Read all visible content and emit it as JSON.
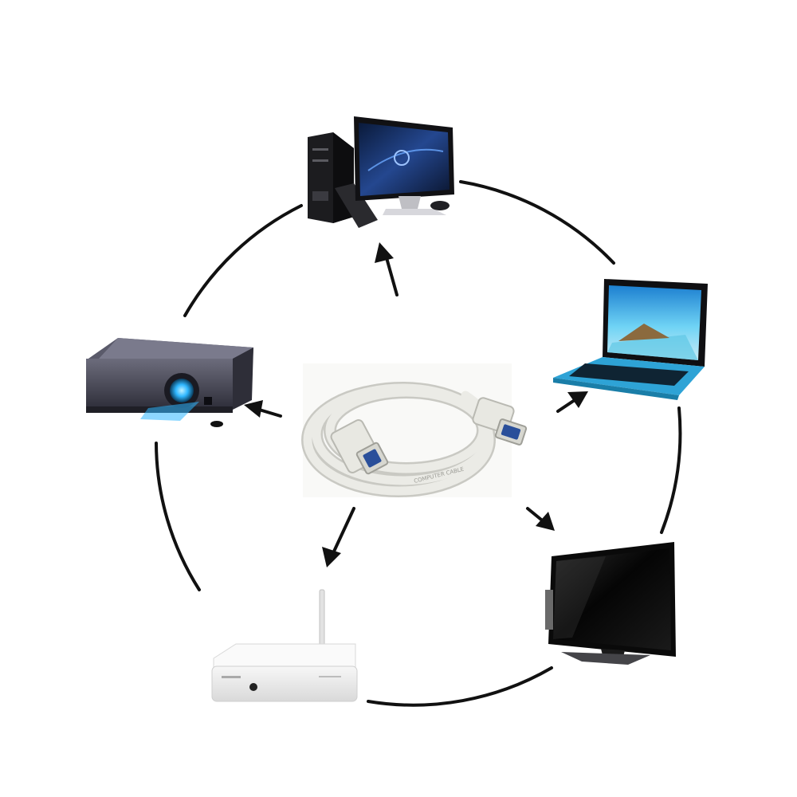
{
  "diagram": {
    "center_device": {
      "name": "vga-cable",
      "cable_print": "COMPUTER CABLE"
    },
    "devices": [
      {
        "name": "desktop-computer",
        "icon": "desktop-computer-icon"
      },
      {
        "name": "laptop",
        "icon": "laptop-icon"
      },
      {
        "name": "tv-monitor",
        "icon": "tv-icon"
      },
      {
        "name": "tv-box",
        "icon": "set-top-box-icon"
      },
      {
        "name": "projector",
        "icon": "projector-icon"
      }
    ],
    "colors": {
      "ring": "#111111",
      "cable": "#e6e6e0",
      "connector_blue": "#2a4f9a",
      "laptop_body": "#2ea3d6",
      "screen_sky": "#35b5e6",
      "projector_body": "#4a4a5a",
      "projector_lens_glow": "#2fb7ff"
    }
  }
}
